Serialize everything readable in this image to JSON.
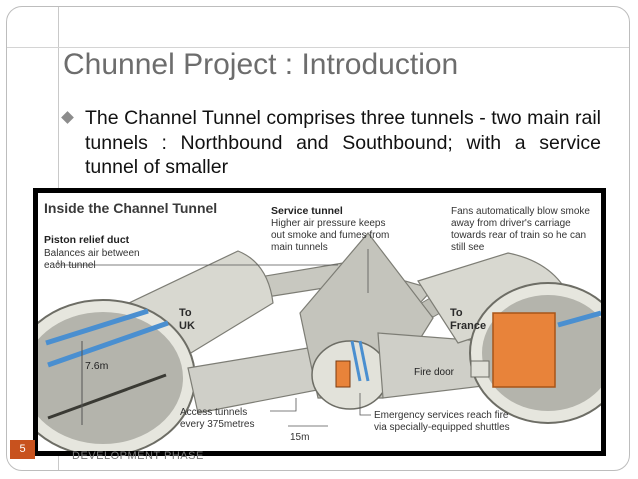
{
  "slide": {
    "title": "Chunnel Project : Introduction",
    "bullet": "The Channel Tunnel comprises three tunnels - two main rail tunnels : Northbound and Southbound; with a service tunnel of smaller",
    "number": "5",
    "footer": "DEVELOPMENT PHASE"
  },
  "figure": {
    "heading": "Inside the Channel Tunnel",
    "piston_title": "Piston relief duct",
    "piston_line1": "Balances air between",
    "piston_line2": "each tunnel",
    "service_title": "Service tunnel",
    "service_line1": "Higher air pressure keeps",
    "service_line2": "out smoke and fumes from",
    "service_line3": "main tunnels",
    "fans_line1": "Fans automatically blow smoke",
    "fans_line2": "away from driver's carriage",
    "fans_line3": "towards rear of train so he can",
    "fans_line4": "still see",
    "to_uk_line1": "To",
    "to_uk_line2": "UK",
    "to_france_line1": "To",
    "to_france_line2": "France",
    "diameter": "7.6m",
    "fire_door": "Fire door",
    "access_line1": "Access tunnels",
    "access_line2": "every 375metres",
    "distance": "15m",
    "emergency_line1": "Emergency services reach fire",
    "emergency_line2": "via specially-equipped shuttles",
    "colors": {
      "tunnel": "#cfcfc8",
      "shadow": "#9a9a92",
      "fire": "#e8833a",
      "rail": "#4a8fd0"
    }
  }
}
